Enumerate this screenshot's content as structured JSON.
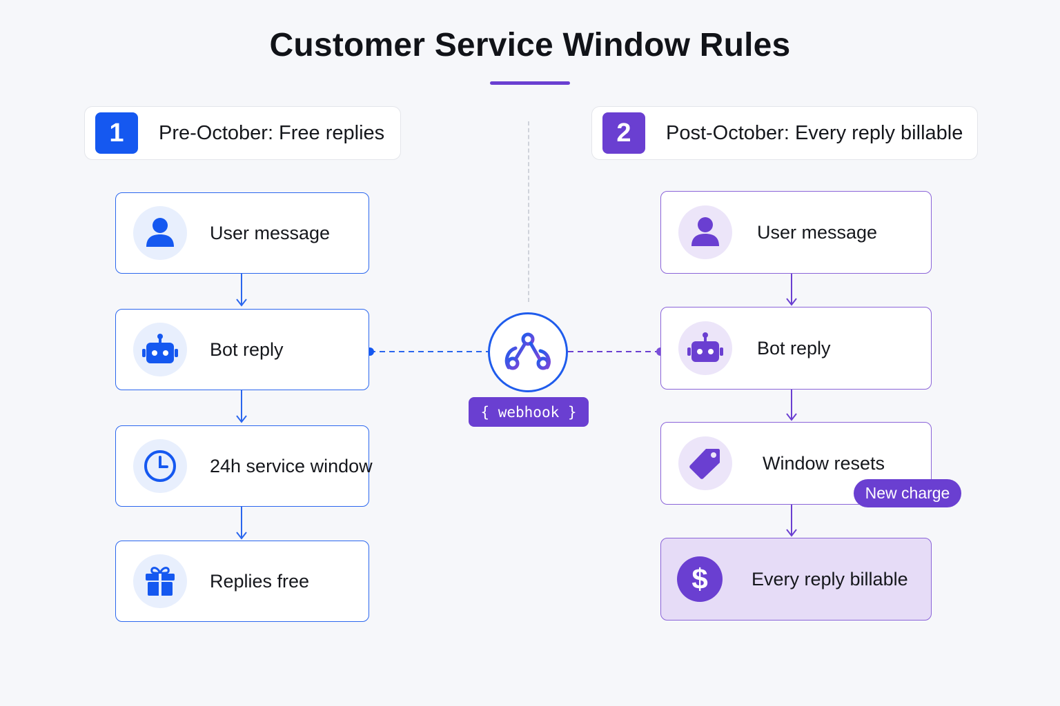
{
  "title": "Customer Service Window Rules",
  "colors": {
    "accent_blue": "#1558f0",
    "accent_purple": "#6a3fd1",
    "billable_fill": "#e6dcf7",
    "background": "#f6f7fa"
  },
  "phases": [
    {
      "number": "1",
      "title": "Pre-October: Free replies",
      "steps": [
        {
          "label": "User message",
          "icon": "user-icon"
        },
        {
          "label": "Bot reply",
          "icon": "robot-icon"
        },
        {
          "label": "24h service window",
          "icon": "clock-icon"
        },
        {
          "label": "Replies free",
          "icon": "gift-icon"
        }
      ]
    },
    {
      "number": "2",
      "title": "Post-October: Every reply  billable",
      "steps": [
        {
          "label": "User message",
          "icon": "user-icon"
        },
        {
          "label": "Bot reply",
          "icon": "robot-icon"
        },
        {
          "label": "Window resets",
          "icon": "tag-icon",
          "badge": "New charge"
        },
        {
          "label": "Every reply billable",
          "icon": "dollar-icon"
        }
      ]
    }
  ],
  "webhook": {
    "label": "{ webhook }",
    "icon": "webhook-icon"
  }
}
